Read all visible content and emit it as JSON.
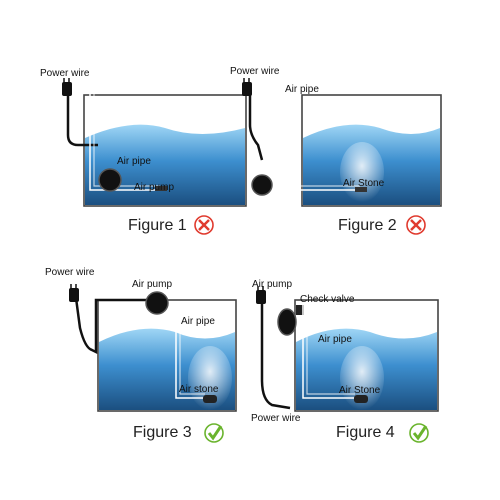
{
  "figures": [
    {
      "labels": {
        "power_wire": "Power wire",
        "air_pipe": "Air pipe",
        "air_pump": "Air pump"
      },
      "caption": "Figure 1",
      "status": "incorrect",
      "status_color": "#e03a2e"
    },
    {
      "labels": {
        "power_wire": "Power wire",
        "air_pipe": "Air pipe",
        "air_stone": "Air Stone"
      },
      "caption": "Figure 2",
      "status": "incorrect",
      "status_color": "#e03a2e"
    },
    {
      "labels": {
        "power_wire": "Power wire",
        "air_pump": "Air pump",
        "air_pipe": "Air pipe",
        "air_stone": "Air stone"
      },
      "caption": "Figure 3",
      "status": "correct",
      "status_color": "#6ab42d"
    },
    {
      "labels": {
        "air_pump": "Air pump",
        "check_valve": "Check valve",
        "air_pipe": "Air pipe",
        "air_stone": "Air Stone",
        "power_wire": "Power wire"
      },
      "caption": "Figure 4",
      "status": "correct",
      "status_color": "#6ab42d"
    }
  ],
  "colors": {
    "water_top": "#7cc3ef",
    "water_bottom": "#1f5e92",
    "tank_outline": "#444444",
    "wire": "#111111"
  }
}
